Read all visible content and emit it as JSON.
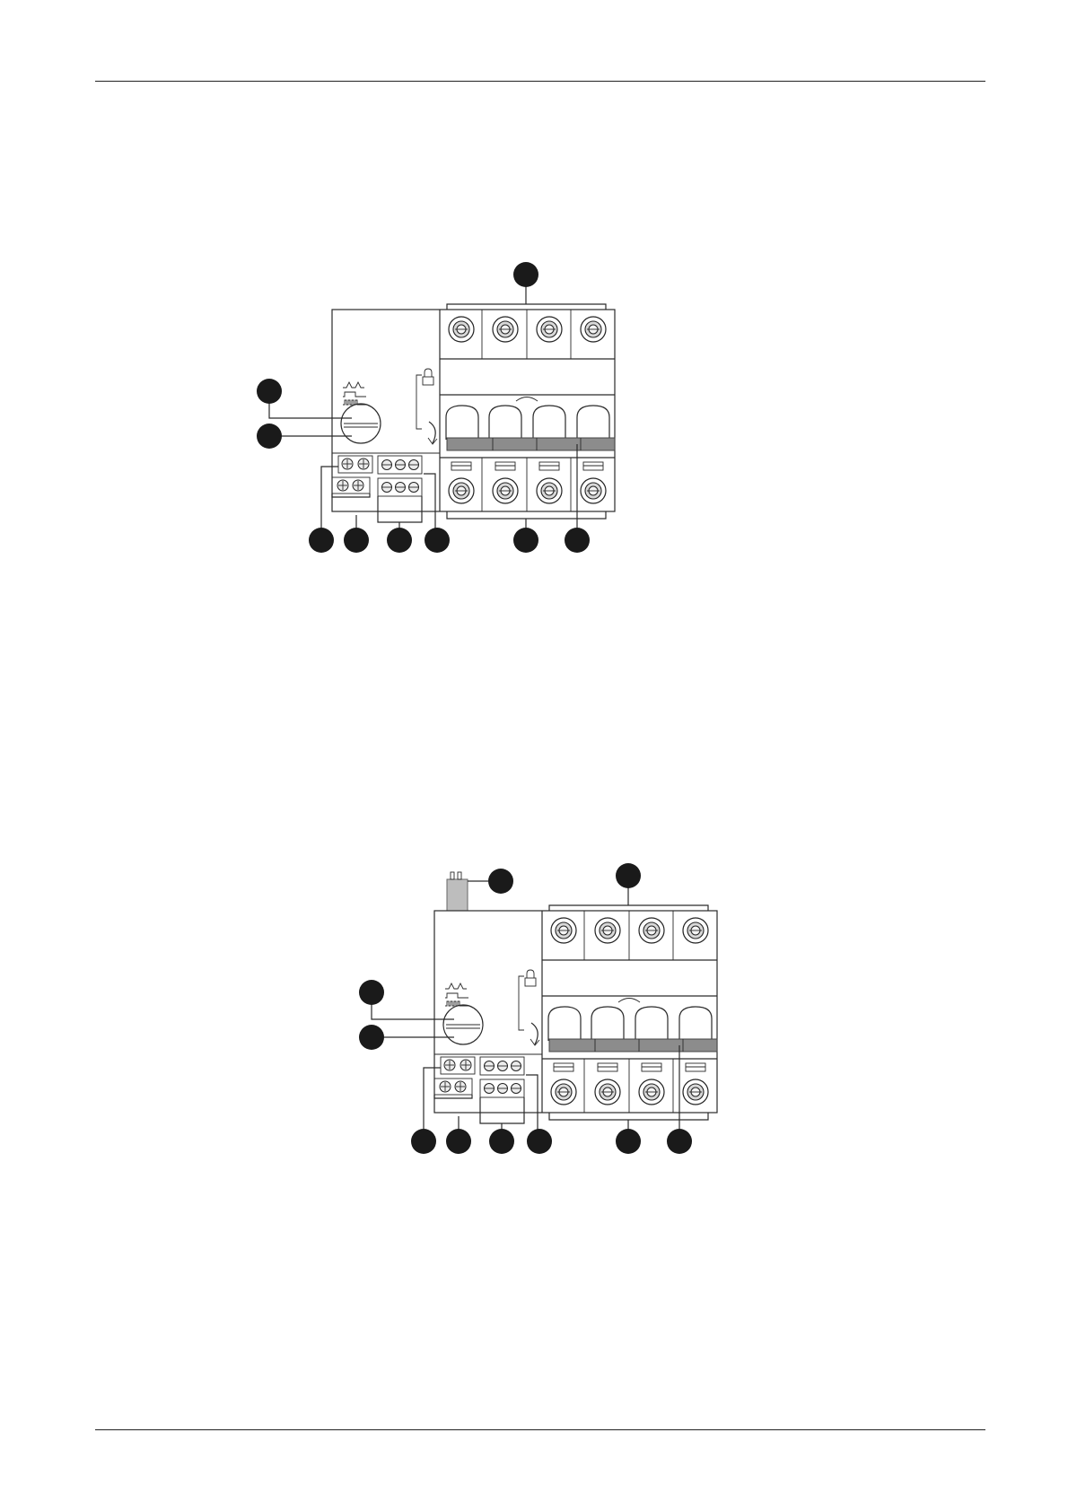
{
  "page": {
    "background": "#ffffff",
    "rule_color": "#222222"
  },
  "figures": [
    {
      "id": "figure-1",
      "has_aux_module": false,
      "poles": 4,
      "callout_color": "#1a1a1a",
      "handle_bar_color": "#8c8c8c"
    },
    {
      "id": "figure-2",
      "has_aux_module": true,
      "poles": 4,
      "callout_color": "#1a1a1a",
      "handle_bar_color": "#8c8c8c",
      "aux_module_color": "#bdbdbd"
    }
  ],
  "icons": {
    "padlock": "padlock-icon",
    "rotate_arrow": "rotate-arrow-icon",
    "pulse_symbol": "pulse-waveform-icon"
  }
}
